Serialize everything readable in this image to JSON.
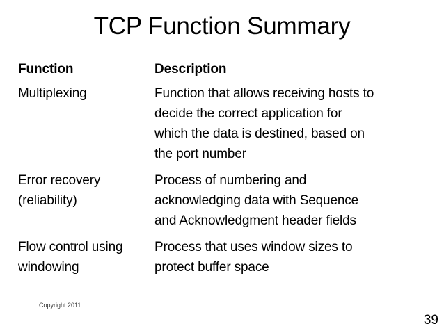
{
  "slide": {
    "title": "TCP Function Summary",
    "page_number": "39",
    "copyright": "Copyright 2011",
    "background_color": "#ffffff",
    "text_color": "#000000"
  },
  "table": {
    "headers": {
      "function": "Function",
      "description": "Description"
    },
    "rows": [
      {
        "function_lines": [
          "Multiplexing"
        ],
        "description_lines": [
          "Function that allows receiving hosts to",
          "decide the correct application for",
          "which the data is destined, based on",
          "the port number"
        ]
      },
      {
        "function_lines": [
          "Error recovery",
          "(reliability)"
        ],
        "description_lines": [
          "Process of numbering and",
          "acknowledging data with Sequence",
          "and Acknowledgment header fields"
        ]
      },
      {
        "function_lines": [
          "Flow control using",
          "windowing"
        ],
        "description_lines": [
          "Process that uses window sizes to",
          "protect buffer space"
        ]
      }
    ]
  }
}
